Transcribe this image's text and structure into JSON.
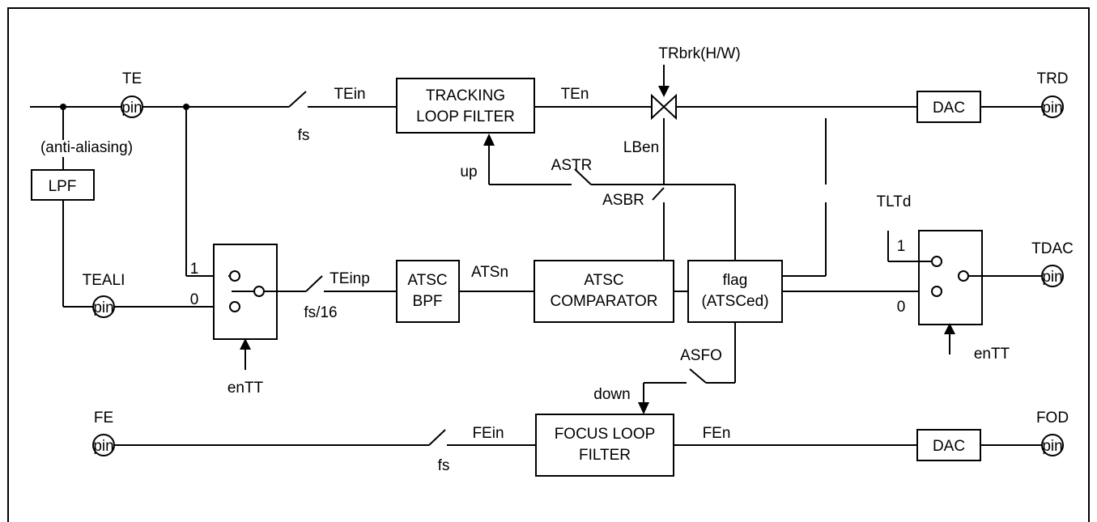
{
  "pins": {
    "te": {
      "name": "TE",
      "label": "pin"
    },
    "teali": {
      "name": "TEALI",
      "label": "pin"
    },
    "fe": {
      "name": "FE",
      "label": "pin"
    },
    "trd": {
      "name": "TRD",
      "label": "pin"
    },
    "tdac": {
      "name": "TDAC",
      "label": "pin"
    },
    "fod": {
      "name": "FOD",
      "label": "pin"
    }
  },
  "blocks": {
    "lpf": "LPF",
    "tracking_filter": [
      "TRACKING",
      "LOOP FILTER"
    ],
    "atsc_bpf": [
      "ATSC",
      "BPF"
    ],
    "atsc_comparator": [
      "ATSC",
      "COMPARATOR"
    ],
    "flag": [
      "flag",
      "(ATSCed)"
    ],
    "focus_filter": [
      "FOCUS LOOP",
      "FILTER"
    ],
    "dac_top": "DAC",
    "dac_bottom": "DAC"
  },
  "labels": {
    "anti_aliasing": "(anti-aliasing)",
    "te_in": "TEin",
    "fs_top": "fs",
    "te_n": "TEn",
    "tr_brk": "TRbrk(H/W)",
    "lb_en": "LBen",
    "astr": "ASTR",
    "up": "up",
    "asbr": "ASBR",
    "tltd": "TLTd",
    "mux_left_in1": "1",
    "mux_left_in0": "0",
    "te_inp": "TEinp",
    "fs16": "fs/16",
    "ats_n": "ATSn",
    "en_tt_left": "enTT",
    "mux_right_in1": "1",
    "mux_right_in0": "0",
    "en_tt_right": "enTT",
    "asfo": "ASFO",
    "down": "down",
    "fe_in": "FEin",
    "fs_bottom": "fs",
    "fe_n": "FEn"
  }
}
